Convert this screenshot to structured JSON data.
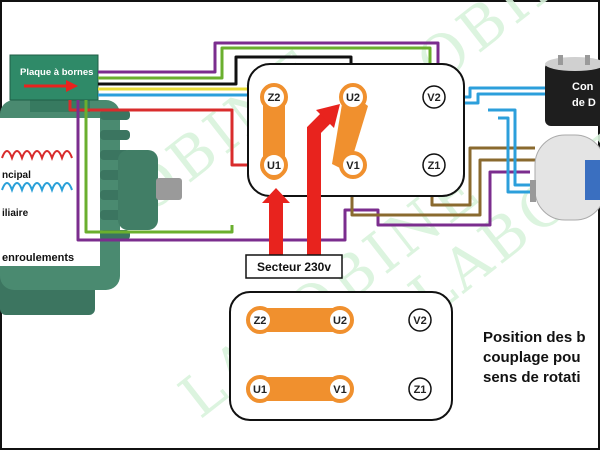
{
  "watermark": "LABOBINE",
  "motor": {
    "plate_label": "Plaque à bornes",
    "winding_main": "ncipal",
    "winding_aux": "iliaire",
    "windings_caption": "enroulements"
  },
  "terminals_top": [
    "Z2",
    "U2",
    "V2",
    "U1",
    "V1",
    "Z1"
  ],
  "secteur_label": "Secteur 230v",
  "capacitor_label": [
    "Con",
    "de D"
  ],
  "terminals_bottom": [
    "Z2",
    "U2",
    "V2",
    "U1",
    "V1",
    "Z1"
  ],
  "info_text": [
    "Position des b",
    "couplage pou",
    "sens de rotati"
  ],
  "colors": {
    "terminal_orange": "#f0902e",
    "arrow_red": "#e8231e",
    "wire_purple": "#7b2d8e",
    "wire_green": "#6aaf2e",
    "wire_yellow": "#e8dc38",
    "wire_blue": "#2c9fdb",
    "wire_brown": "#8a6a2f",
    "wire_black": "#111111",
    "motor_green": "#3e7c63",
    "plate_green": "#2f8a68"
  }
}
